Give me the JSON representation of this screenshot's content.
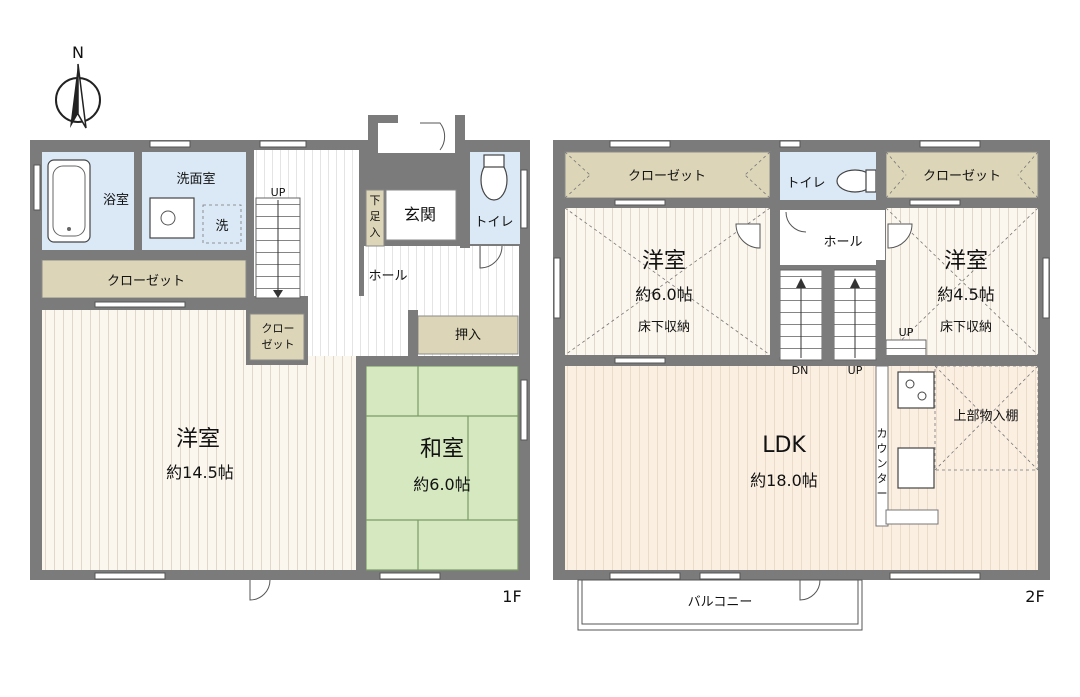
{
  "compass": {
    "label": "N"
  },
  "colors": {
    "wall": "#7b7b7b",
    "wood_floor": "#fbf7ee",
    "ldk_floor": "#fbefe2",
    "wet_room": "#dbe9f6",
    "closet": "#dcd5b8",
    "tatami": "#d5e8c0",
    "hall": "#ffffff"
  },
  "floor1": {
    "label": "1F",
    "bath": {
      "name": "浴室"
    },
    "washroom": {
      "name": "洗面室"
    },
    "washer": {
      "name": "洗"
    },
    "closet_long": {
      "name": "クローゼット"
    },
    "closet_small": {
      "line1": "クロー",
      "line2": "ゼット"
    },
    "western": {
      "name": "洋室",
      "size": "約14.5帖"
    },
    "japanese": {
      "name": "和室",
      "size": "約6.0帖"
    },
    "oshiire": {
      "name": "押入"
    },
    "hall": {
      "name": "ホール"
    },
    "entrance": {
      "name": "玄関"
    },
    "shoebox": {
      "line1": "下",
      "line2": "足",
      "line3": "入"
    },
    "toilet": {
      "name": "トイレ"
    },
    "stair": {
      "up": "UP"
    }
  },
  "floor2": {
    "label": "2F",
    "closet_left": {
      "name": "クローゼット"
    },
    "closet_right": {
      "name": "クローゼット"
    },
    "toilet": {
      "name": "トイレ"
    },
    "hall": {
      "name": "ホール"
    },
    "western_left": {
      "name": "洋室",
      "size": "約6.0帖",
      "note": "床下収納"
    },
    "western_right": {
      "name": "洋室",
      "size": "約4.5帖",
      "note": "床下収納"
    },
    "ldk": {
      "name": "LDK",
      "size": "約18.0帖"
    },
    "counter": {
      "chars": [
        "カ",
        "ウ",
        "ン",
        "タ",
        "ー"
      ]
    },
    "upper_storage": {
      "name": "上部物入棚"
    },
    "stair": {
      "dn": "DN",
      "up": "UP",
      "up2": "UP"
    },
    "balcony": {
      "name": "バルコニー"
    }
  }
}
